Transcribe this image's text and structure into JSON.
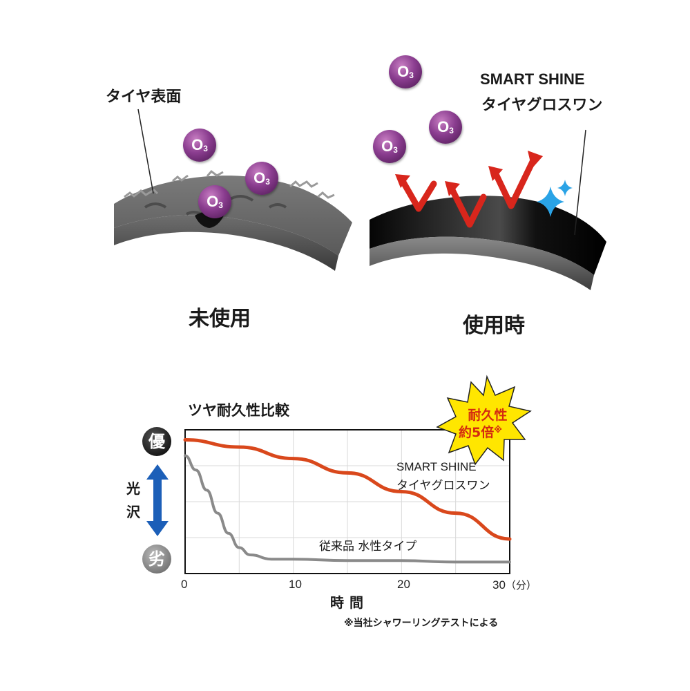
{
  "illustration": {
    "left_panel": {
      "surface_label": "タイヤ表面",
      "caption": "未使用",
      "molecule_label": "O3"
    },
    "right_panel": {
      "product_line1": "SMART SHINE",
      "product_line2": "タイヤグロスワン",
      "caption": "使用時",
      "molecule_label": "O3"
    }
  },
  "chart_data": {
    "type": "line",
    "title": "ツヤ耐久性比較",
    "xlabel": "時間",
    "x_unit": "（分）",
    "x_ticks": [
      0,
      10,
      20,
      30
    ],
    "xlim": [
      0,
      30
    ],
    "ylabel": "光沢",
    "y_top_label": "優",
    "y_bottom_label": "劣",
    "grid": true,
    "badge": {
      "line1": "耐久性",
      "line2": "約5倍",
      "mark": "※"
    },
    "footnote": "※当社シャワーリングテストによる",
    "series": [
      {
        "name": "SMART SHINE タイヤグロスワン",
        "label_line1": "SMART SHINE",
        "label_line2": "タイヤグロスワン",
        "color": "#d9481c",
        "x": [
          0,
          5,
          10,
          15,
          20,
          25,
          30
        ],
        "y": [
          0.93,
          0.88,
          0.8,
          0.7,
          0.57,
          0.42,
          0.24
        ]
      },
      {
        "name": "従来品 水性タイプ",
        "label_line1": "従来品 水性タイプ",
        "color": "#8a8a8a",
        "x": [
          0,
          1,
          2,
          3,
          4,
          5,
          6,
          8,
          10,
          15,
          20,
          25,
          30
        ],
        "y": [
          0.82,
          0.72,
          0.58,
          0.42,
          0.28,
          0.18,
          0.13,
          0.1,
          0.1,
          0.09,
          0.09,
          0.08,
          0.08
        ]
      }
    ],
    "colors": {
      "arrow": "#1c5fb8",
      "badge_fill": "#ffe600",
      "badge_text": "#d42a10"
    }
  }
}
